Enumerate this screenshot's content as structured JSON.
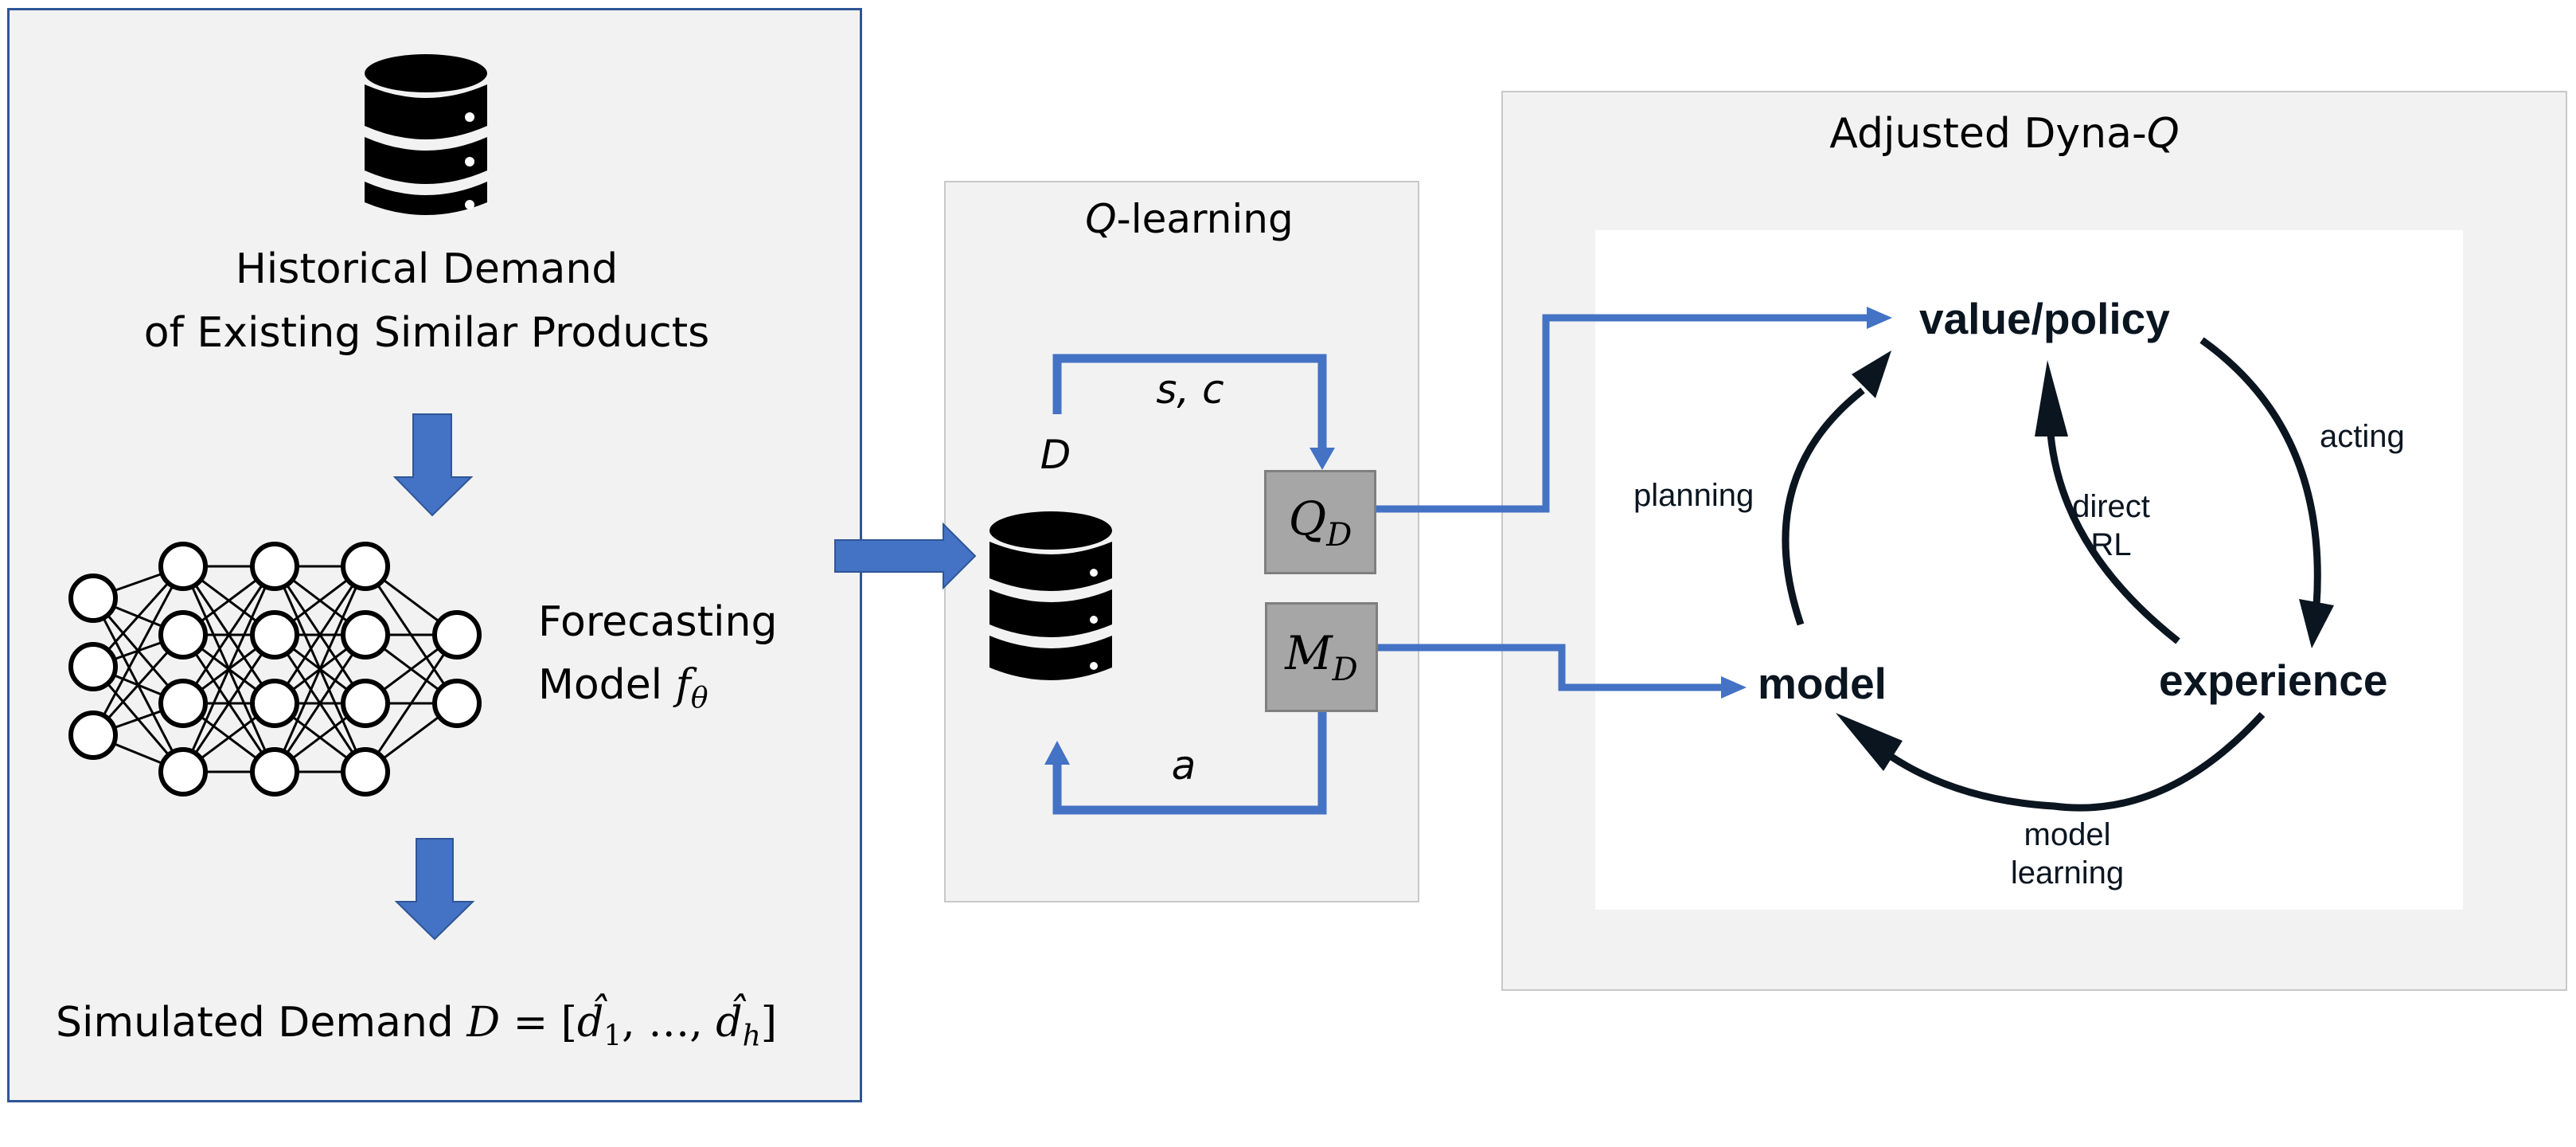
{
  "colors": {
    "panel_bg": "#f2f2f2",
    "forecast_border": "#2f5597",
    "panel_border": "#c8c8c8",
    "flow_blue": "#4472c4",
    "flow_blue_edge": "#2f5597",
    "box_fill": "#a6a6a6",
    "box_border": "#7f7f7f",
    "cycle_ink": "#0a1520"
  },
  "forecast_panel": {
    "historical_label_line1": "Historical Demand",
    "historical_label_line2": "of Existing Similar Products",
    "model_label_line1": "Forecasting",
    "model_label_line2_text": "Model ",
    "model_symbol": "f",
    "model_symbol_sub": "θ",
    "network_layers": [
      3,
      4,
      4,
      4,
      2
    ],
    "simulated_text": "Simulated Demand ",
    "simulated_formula_D": "D",
    "simulated_formula_eq": " = [",
    "simulated_formula_d1": "d̂",
    "simulated_formula_d1_sub": "1",
    "simulated_formula_mid": ", …, ",
    "simulated_formula_dh": "d̂",
    "simulated_formula_dh_sub": "h",
    "simulated_formula_close": "]",
    "icons": [
      "database-icon",
      "down-arrow-icon",
      "neural-network-icon",
      "down-arrow-icon"
    ]
  },
  "qlearning_panel": {
    "title_italic": "Q",
    "title_rest": "-learning",
    "database_label": "D",
    "top_edge_label": "s, c",
    "bottom_edge_label": "a",
    "q_box_symbol": "Q",
    "q_box_sub": "D",
    "m_box_symbol": "M",
    "m_box_sub": "D"
  },
  "dyna_panel": {
    "title_text": "Adjusted Dyna-",
    "title_italic": "Q",
    "nodes": {
      "value_policy": "value/policy",
      "experience": "experience",
      "model": "model"
    },
    "edges": {
      "acting": "acting",
      "direct_rl_line1": "direct",
      "direct_rl_line2": "RL",
      "planning": "planning",
      "model_learning_line1": "model",
      "model_learning_line2": "learning"
    }
  }
}
